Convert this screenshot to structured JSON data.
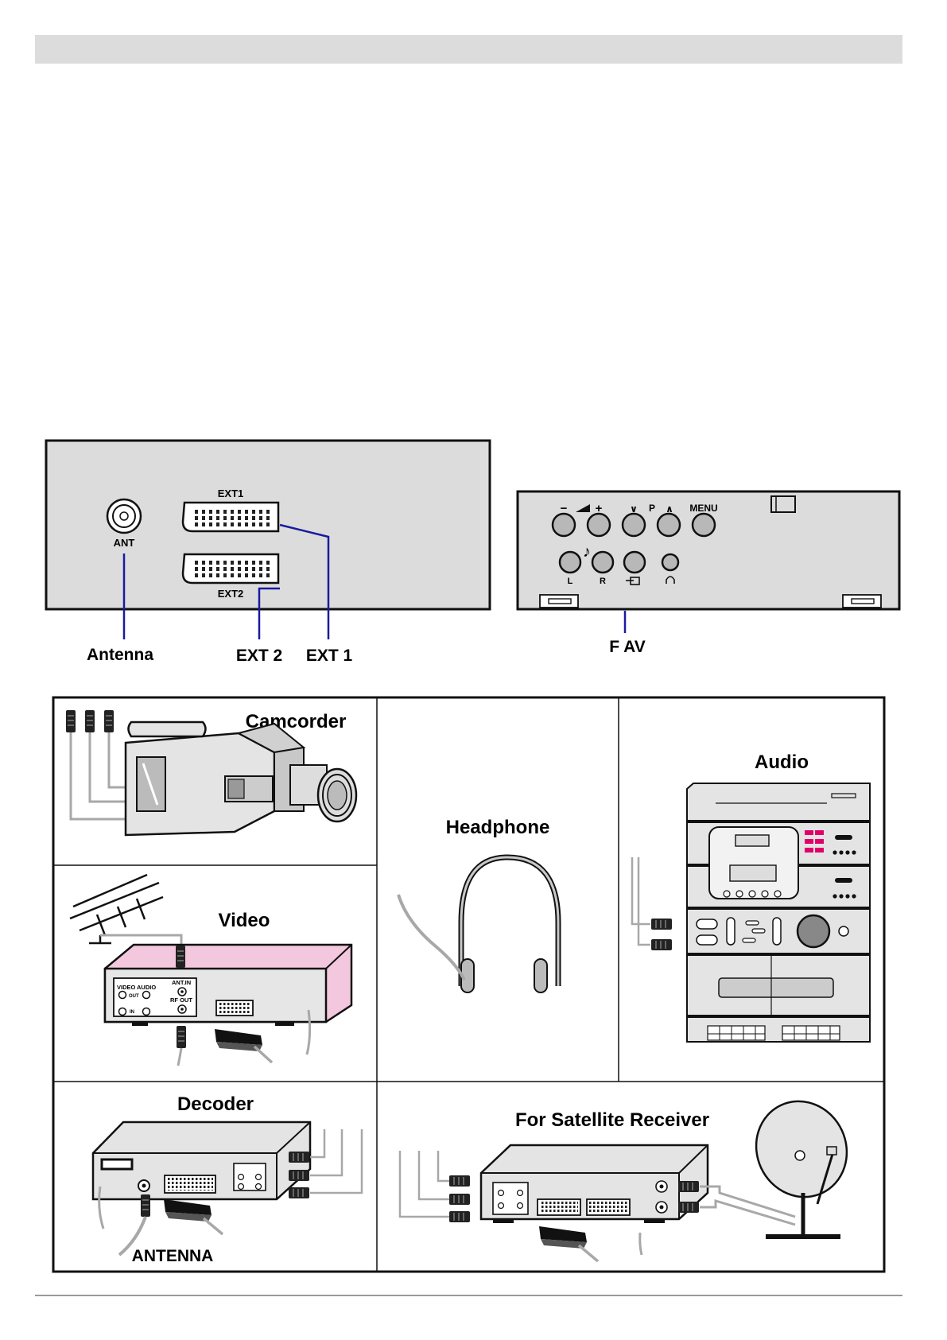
{
  "rear_panel": {
    "ant_label": "ANT",
    "ext1_label": "EXT1",
    "ext2_label": "EXT2",
    "antenna_caption": "Antenna",
    "ext2_caption": "EXT 2",
    "ext1_caption": "EXT 1"
  },
  "front_panel": {
    "minus_label": "−",
    "plus_label": "+",
    "prog_down_label": "∨",
    "p_label": "P",
    "prog_up_label": "∧",
    "menu_label": "MENU",
    "l_label": "L",
    "r_label": "R",
    "fav_caption": "F AV"
  },
  "devices": {
    "camcorder": "Camcorder",
    "headphone": "Headphone",
    "audio": "Audio",
    "video": "Video",
    "decoder": "Decoder",
    "satellite": "For Satellite Receiver",
    "antenna_label": "ANTENNA",
    "video_vcr": {
      "video_label": "VIDEO",
      "audio_label": "AUDIO",
      "out_label": "OUT",
      "in_label": "IN",
      "ant_in_label": "ANT.IN",
      "rf_out_label": "RF OUT"
    }
  },
  "colors": {
    "panel_gray": "#dcdcdc",
    "connector_line": "#1a1aa0",
    "cable_gray": "#a8a8a8",
    "pink": "#f3c7dd",
    "magenta_button": "#e0006a"
  }
}
